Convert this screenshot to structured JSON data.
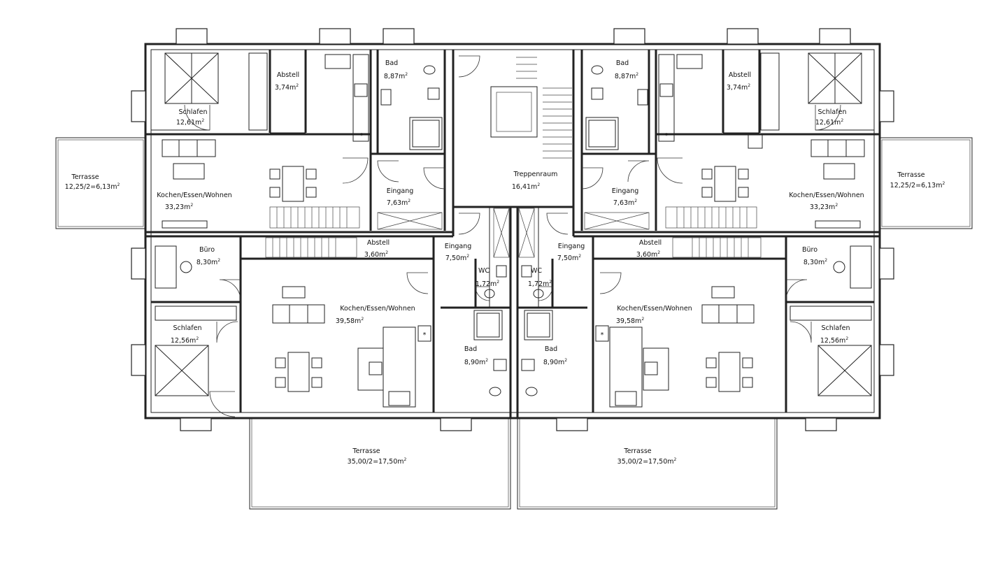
{
  "rooms": {
    "schlafen_tl": {
      "name": "Schlafen",
      "area": "12,61m",
      "sup": "2"
    },
    "abstell_tl": {
      "name": "Abstell",
      "area": "3,74m",
      "sup": "2"
    },
    "bad_tl": {
      "name": "Bad",
      "area": "8,87m",
      "sup": "2"
    },
    "kew_tl": {
      "name": "Kochen/Essen/Wohnen",
      "area": "33,23m",
      "sup": "2"
    },
    "eingang_tl": {
      "name": "Eingang",
      "area": "7,63m",
      "sup": "2"
    },
    "terrasse_l": {
      "name": "Terrasse",
      "area": "12,25/2=6,13m",
      "sup": "2"
    },
    "treppenraum": {
      "name": "Treppenraum",
      "area": "16,41m",
      "sup": "2"
    },
    "bad_tr": {
      "name": "Bad",
      "area": "8,87m",
      "sup": "2"
    },
    "abstell_tr": {
      "name": "Abstell",
      "area": "3,74m",
      "sup": "2"
    },
    "schlafen_tr": {
      "name": "Schlafen",
      "area": "12,61m",
      "sup": "2"
    },
    "eingang_tr": {
      "name": "Eingang",
      "area": "7,63m",
      "sup": "2"
    },
    "kew_tr": {
      "name": "Kochen/Essen/Wohnen",
      "area": "33,23m",
      "sup": "2"
    },
    "terrasse_r": {
      "name": "Terrasse",
      "area": "12,25/2=6,13m",
      "sup": "2"
    },
    "buero_bl": {
      "name": "Büro",
      "area": "8,30m",
      "sup": "2"
    },
    "abstell_bl": {
      "name": "Abstell",
      "area": "3,60m",
      "sup": "2"
    },
    "eingang_bl": {
      "name": "Eingang",
      "area": "7,50m",
      "sup": "2"
    },
    "wc_bl": {
      "name": "WC",
      "area": "1,72m",
      "sup": "2"
    },
    "wc_br": {
      "name": "WC",
      "area": "1,72m",
      "sup": "2"
    },
    "eingang_br": {
      "name": "Eingang",
      "area": "7,50m",
      "sup": "2"
    },
    "abstell_br": {
      "name": "Abstell",
      "area": "3,60m",
      "sup": "2"
    },
    "buero_br": {
      "name": "Büro",
      "area": "8,30m",
      "sup": "2"
    },
    "kew_bl": {
      "name": "Kochen/Essen/Wohnen",
      "area": "39,58m",
      "sup": "2"
    },
    "kew_br": {
      "name": "Kochen/Essen/Wohnen",
      "area": "39,58m",
      "sup": "2"
    },
    "schlafen_bl": {
      "name": "Schlafen",
      "area": "12,56m",
      "sup": "2"
    },
    "schlafen_br": {
      "name": "Schlafen",
      "area": "12,56m",
      "sup": "2"
    },
    "bad_bl": {
      "name": "Bad",
      "area": "8,90m",
      "sup": "2"
    },
    "bad_br": {
      "name": "Bad",
      "area": "8,90m",
      "sup": "2"
    },
    "terrasse_bl": {
      "name": "Terrasse",
      "area": "35,00/2=17,50m",
      "sup": "2"
    },
    "terrasse_br": {
      "name": "Terrasse",
      "area": "35,00/2=17,50m",
      "sup": "2"
    }
  },
  "symbols": {
    "star": "*"
  }
}
